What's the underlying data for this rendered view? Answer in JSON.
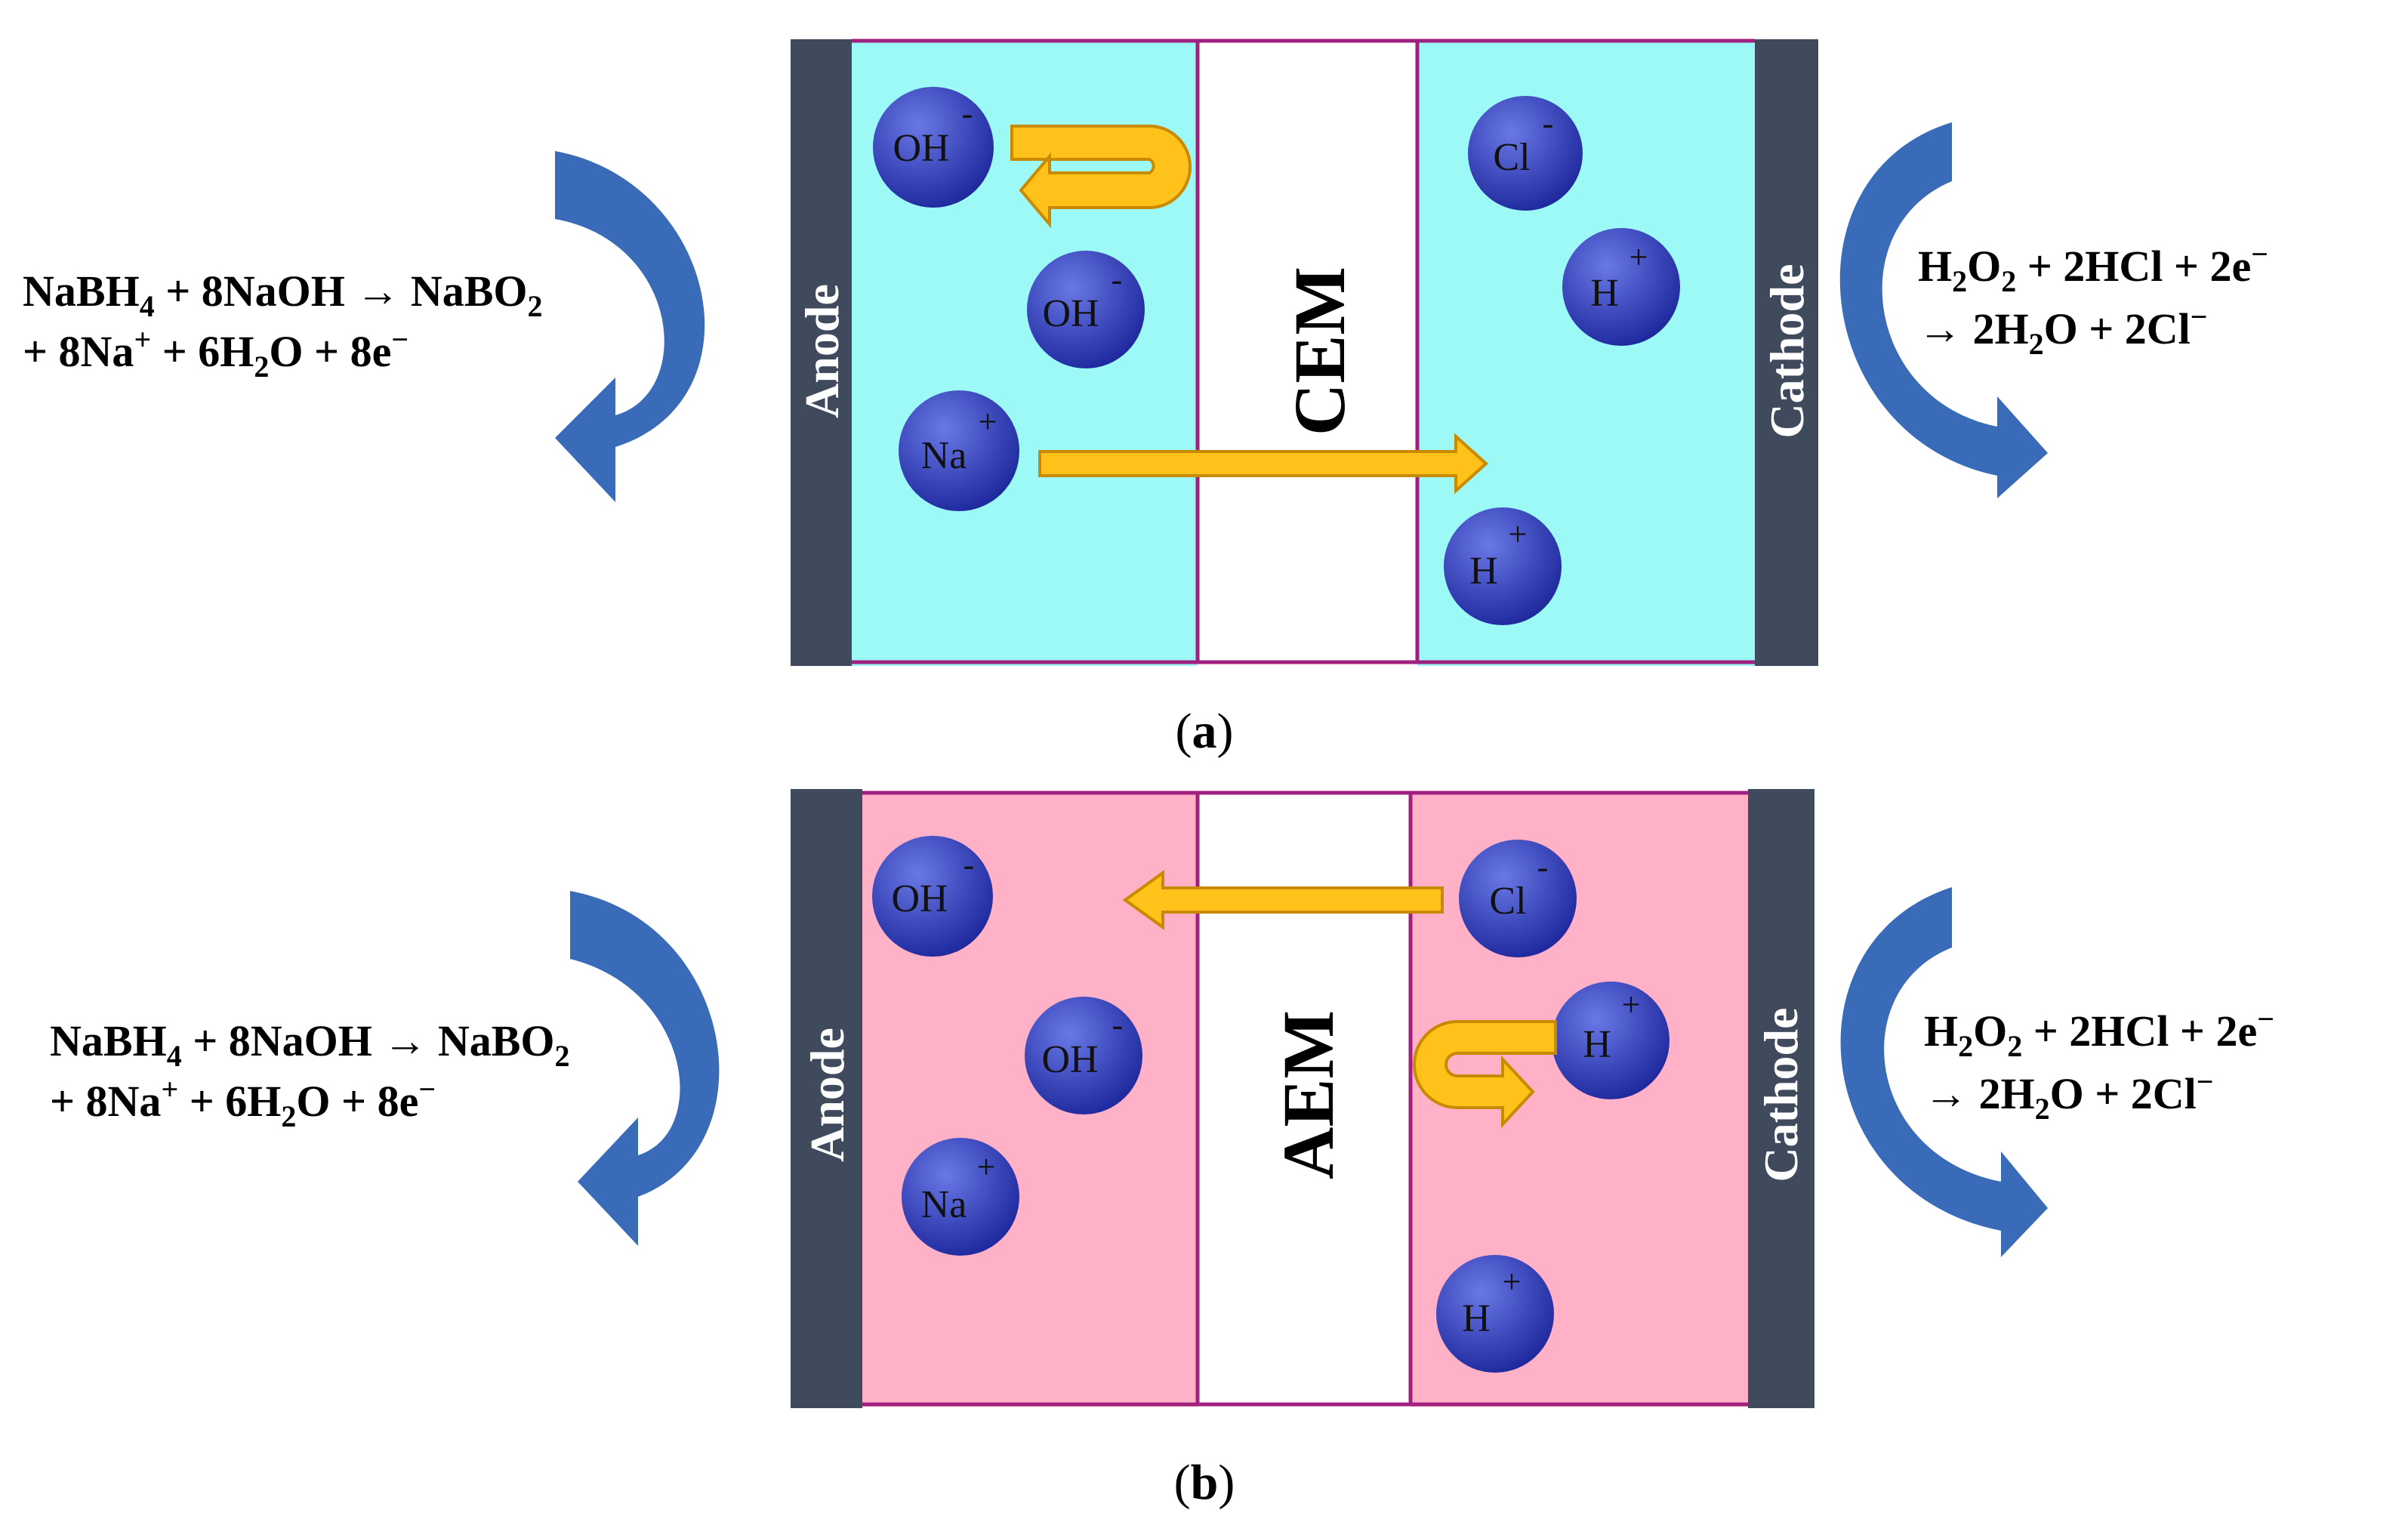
{
  "panels": [
    {
      "id": "a",
      "caption_open": "(",
      "caption_letter": "a",
      "caption_close": ")",
      "membrane_label": "CEM",
      "anode_label": "Anode",
      "cathode_label": "Cathode",
      "electrolyte_color": "#9CF9F6",
      "anode_equation": {
        "line1": [
          "NaBH",
          "4",
          " + 8NaOH → NaBO",
          "2"
        ],
        "line2": [
          "+ 8Na",
          "+",
          " + 6H",
          "2",
          "O + 8e",
          "−"
        ]
      },
      "cathode_equation": {
        "line1": [
          "H",
          "2",
          "O",
          "2",
          " + 2HCl + 2e",
          "−"
        ],
        "line2": [
          "→ 2H",
          "2",
          "O + 2Cl",
          "−"
        ]
      },
      "ions": [
        {
          "name": "oh-ion-1",
          "label": "OH",
          "charge": "-"
        },
        {
          "name": "oh-ion-2",
          "label": "OH",
          "charge": "-"
        },
        {
          "name": "na-ion",
          "label": "Na",
          "charge": "+"
        },
        {
          "name": "cl-ion",
          "label": "Cl",
          "charge": "-"
        },
        {
          "name": "h-ion-1",
          "label": "H",
          "charge": "+"
        },
        {
          "name": "h-ion-2",
          "label": "H",
          "charge": "+"
        }
      ]
    },
    {
      "id": "b",
      "caption_open": "(",
      "caption_letter": "b",
      "caption_close": ")",
      "membrane_label": "AEM",
      "anode_label": "Anode",
      "cathode_label": "Cathode",
      "electrolyte_color": "#FFB1C8",
      "anode_equation": {
        "line1": [
          "NaBH",
          "4",
          " + 8NaOH → NaBO",
          "2"
        ],
        "line2": [
          "+ 8Na",
          "+",
          " + 6H",
          "2",
          "O + 8e",
          "−"
        ]
      },
      "cathode_equation": {
        "line1": [
          "H",
          "2",
          "O",
          "2",
          " + 2HCl + 2e",
          "−"
        ],
        "line2": [
          "→ 2H",
          "2",
          "O + 2Cl",
          "−"
        ]
      },
      "ions": [
        {
          "name": "oh-ion-1",
          "label": "OH",
          "charge": "-"
        },
        {
          "name": "oh-ion-2",
          "label": "OH",
          "charge": "-"
        },
        {
          "name": "na-ion",
          "label": "Na",
          "charge": "+"
        },
        {
          "name": "cl-ion",
          "label": "Cl",
          "charge": "-"
        },
        {
          "name": "h-ion-1",
          "label": "H",
          "charge": "+"
        },
        {
          "name": "h-ion-2",
          "label": "H",
          "charge": "+"
        }
      ]
    }
  ],
  "colors": {
    "electrode": "#3F4A5C",
    "membrane_border": "#A0207F",
    "membrane_fill": "#ffffff",
    "ion_light": "#6A78E6",
    "ion_dark": "#1F2A9E",
    "transport_arrow_fill": "#FFC21A",
    "transport_arrow_stroke": "#C98A00",
    "curved_arrow": "#3A6BB8"
  }
}
